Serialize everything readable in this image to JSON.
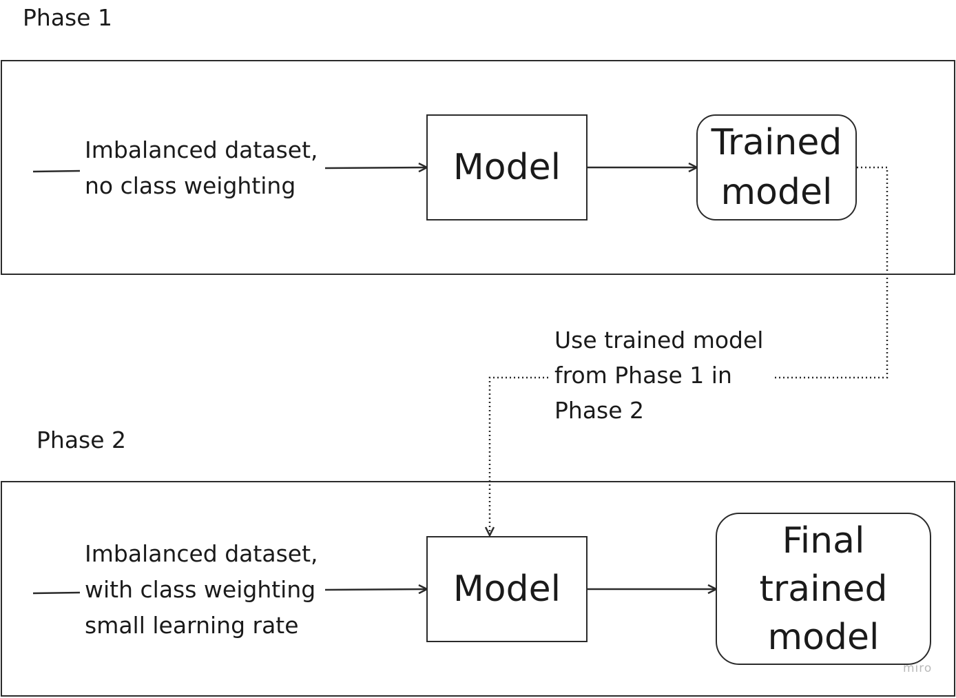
{
  "phase1": {
    "title": "Phase 1",
    "input_lines": [
      "Imbalanced dataset,",
      "no class weighting"
    ],
    "model_label": "Model",
    "output_lines": [
      "Trained",
      "model"
    ]
  },
  "transfer_note": {
    "lines": [
      "Use trained model",
      "from Phase 1 in",
      "Phase 2"
    ]
  },
  "phase2": {
    "title": "Phase 2",
    "input_lines": [
      "Imbalanced dataset,",
      "with class weighting",
      "small learning rate"
    ],
    "model_label": "Model",
    "output_lines": [
      "Final",
      "trained",
      "model"
    ]
  },
  "watermark": "miro",
  "colors": {
    "stroke": "#2a2a2a",
    "text": "#1a1a1a",
    "watermark": "#b9b9b9"
  }
}
